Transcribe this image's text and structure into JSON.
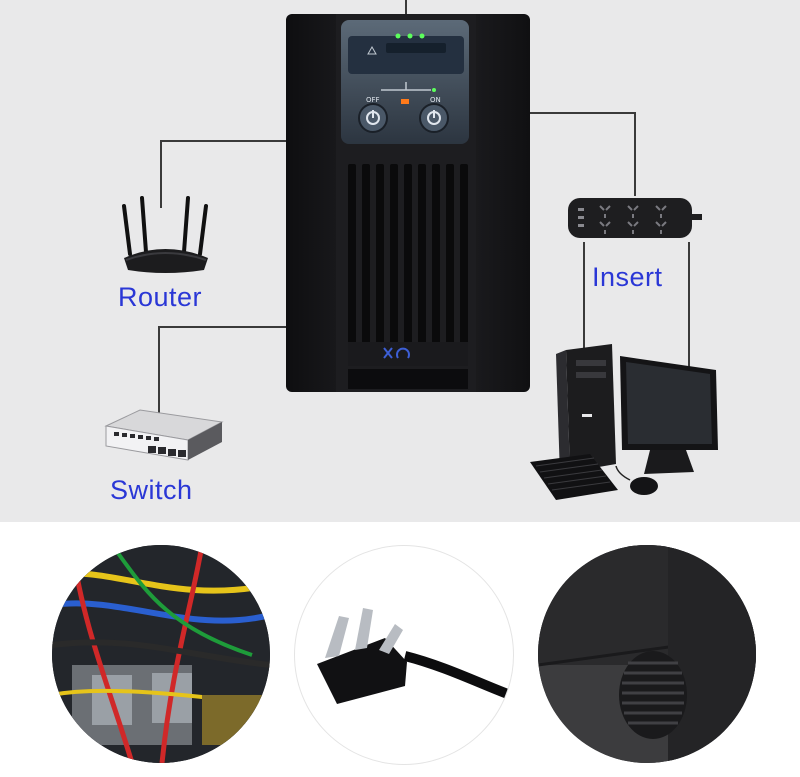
{
  "labels": {
    "router": "Router",
    "switch": "Switch",
    "insert": "Insert"
  },
  "ups_panel": {
    "off_label": "OFF",
    "on_label": "ON"
  },
  "colors": {
    "label_text": "#2a37d6",
    "top_background": "#e9e9ea",
    "ups_body": "#1a1a1c"
  },
  "icons": [
    "router-icon",
    "network-switch-icon",
    "power-strip-icon",
    "desktop-computer-icon",
    "ups-unit",
    "power-plug-icon"
  ]
}
